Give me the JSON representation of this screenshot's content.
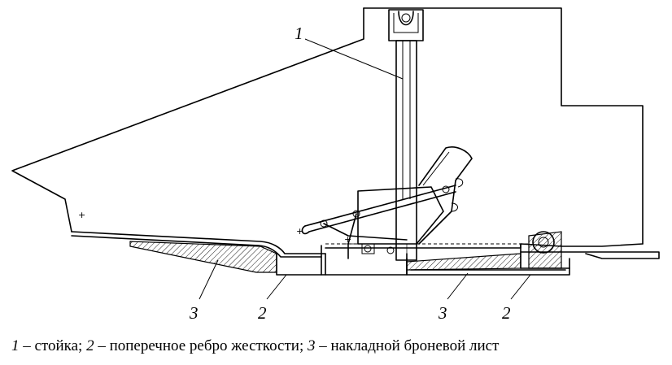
{
  "labels": {
    "one": "1",
    "two_a": "2",
    "two_b": "2",
    "three_a": "3",
    "three_b": "3"
  },
  "caption": {
    "n1": "1",
    "t1": " – стойка; ",
    "n2": "2",
    "t2": " – поперечное ребро жесткости; ",
    "n3": "3",
    "t3": " – накладной броневой лист"
  }
}
